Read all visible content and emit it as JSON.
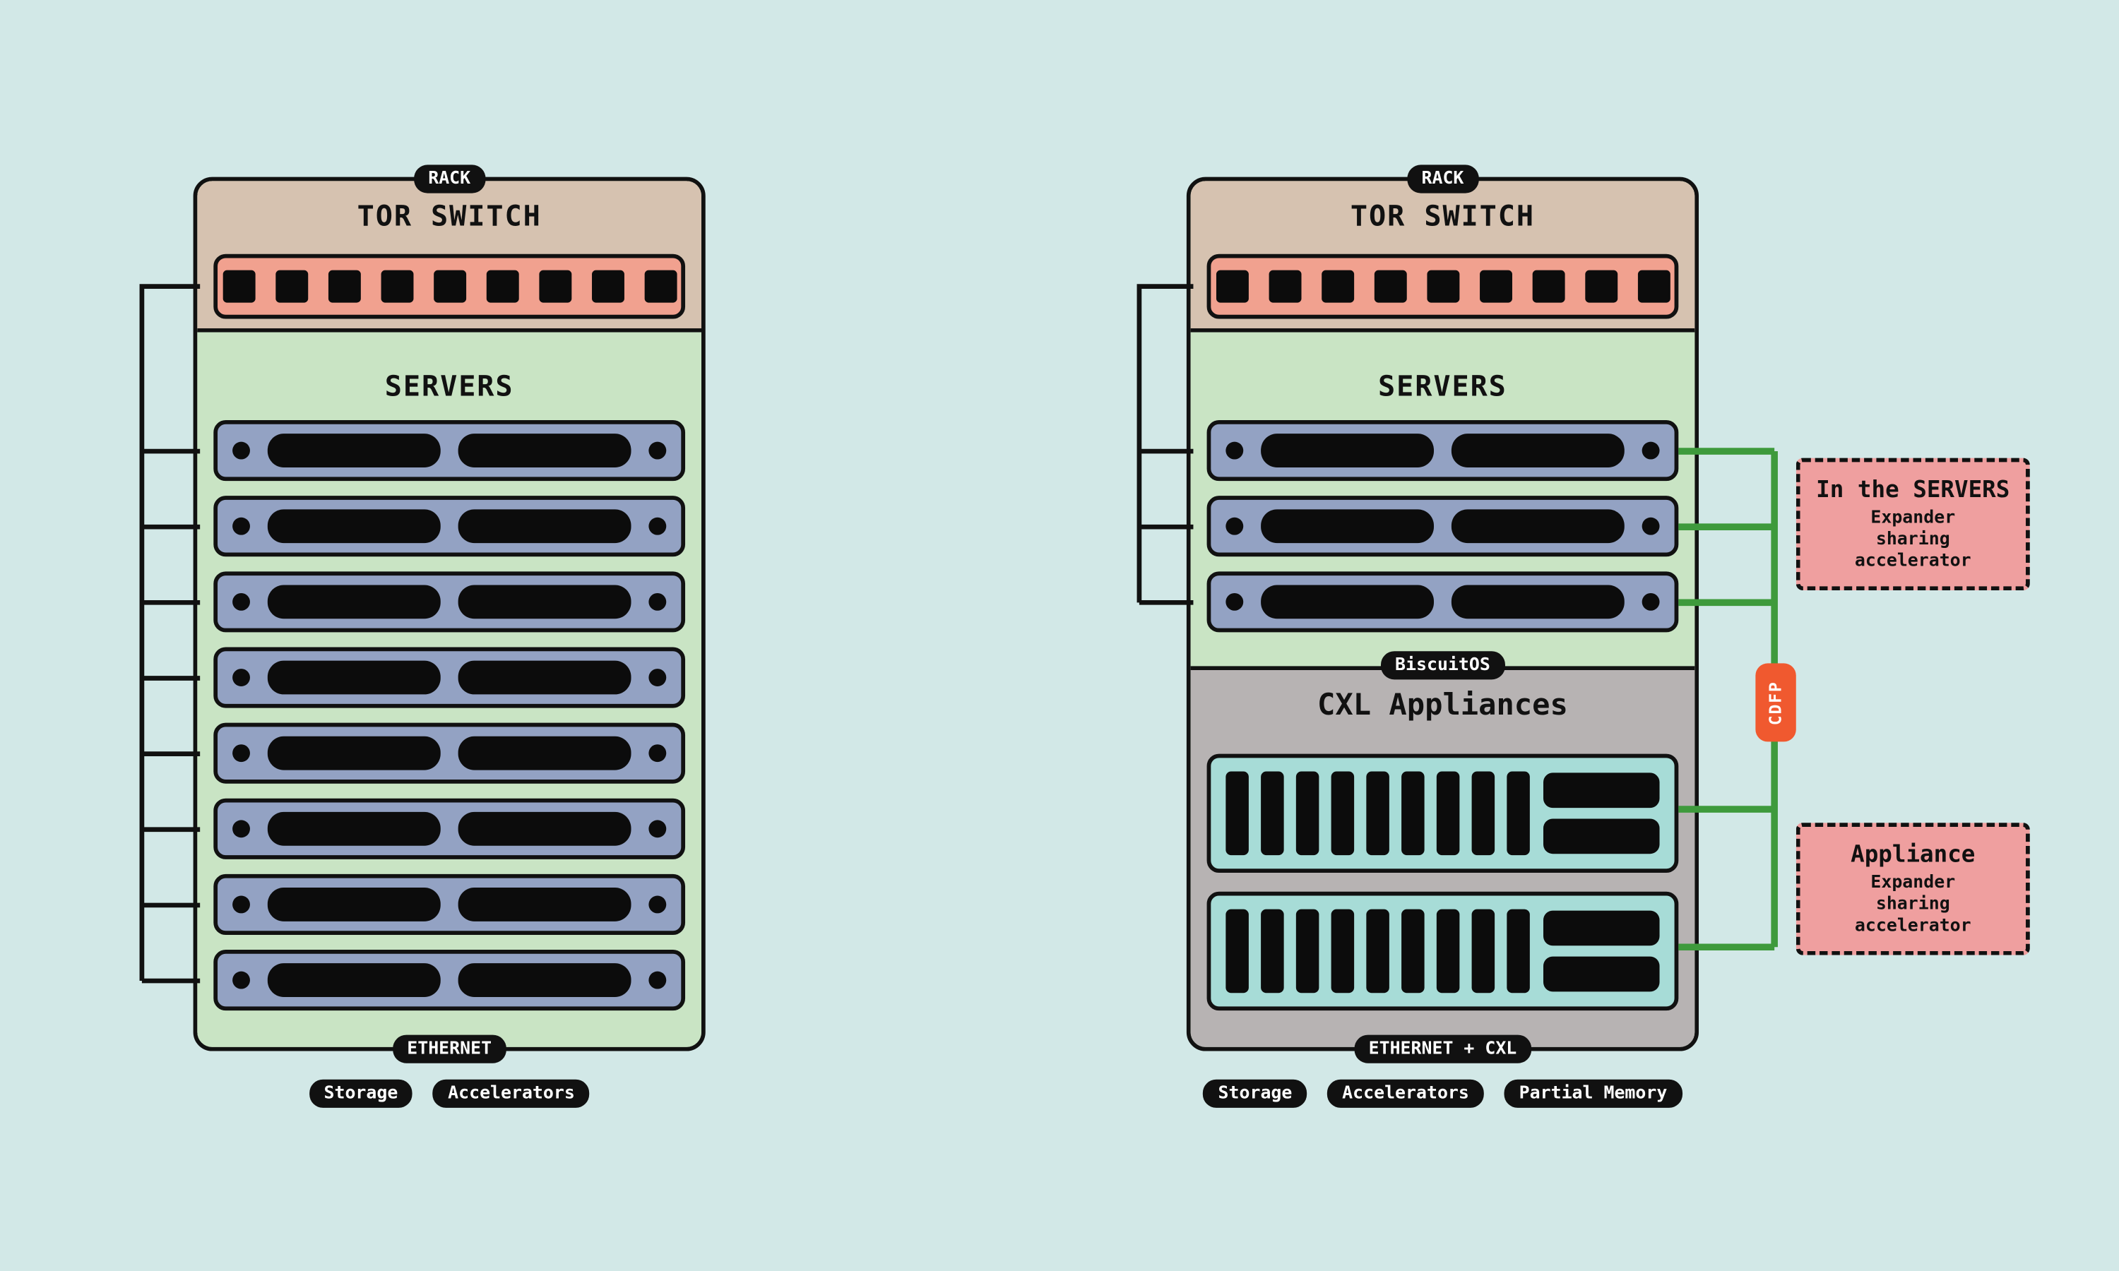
{
  "colors": {
    "background": "#d2e8e7",
    "rack_header": "#d6c2b0",
    "switch_module": "#f1a18f",
    "servers_section": "#c9e4c4",
    "server_row": "#93a2c3",
    "cxl_section": "#b7b3b3",
    "appliance_module": "#a7dcd7",
    "cxl_link_green": "#3e9a3c",
    "ethernet_link_black": "#111111",
    "cdfp_badge": "#f0592f",
    "note_box": "#ef9f9f"
  },
  "left_rack": {
    "rack_label": "RACK",
    "tor_switch_title": "TOR SWITCH",
    "switch_port_count": 9,
    "servers_title": "SERVERS",
    "server_count": 8,
    "ethernet_label": "ETHERNET",
    "badges": [
      "Storage",
      "Accelerators"
    ]
  },
  "right_rack": {
    "rack_label": "RACK",
    "tor_switch_title": "TOR SWITCH",
    "switch_port_count": 9,
    "servers_title": "SERVERS",
    "server_count": 3,
    "os_label": "BiscuitOS",
    "cxl_title": "CXL Appliances",
    "appliance_count": 2,
    "appliance_slot_count": 9,
    "appliance_slab_count": 2,
    "ethernet_label": "ETHERNET + CXL",
    "badges": [
      "Storage",
      "Accelerators",
      "Partial Memory"
    ]
  },
  "annotations": {
    "cdfp_label": "CDFP",
    "servers_note_title": "In the SERVERS",
    "servers_note_body": "Expander\nsharing\naccelerator",
    "appliance_note_title": "Appliance",
    "appliance_note_body": "Expander\nsharing\naccelerator"
  }
}
